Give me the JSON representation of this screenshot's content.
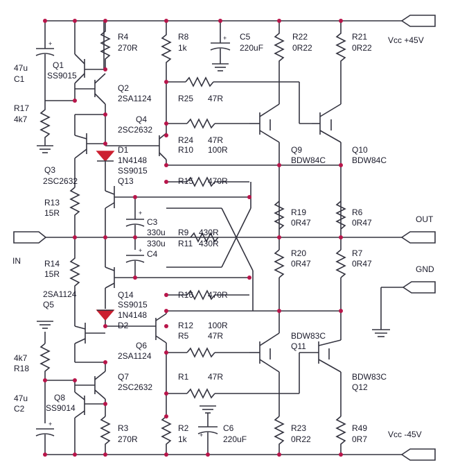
{
  "rails": {
    "vcc_pos": "Vcc +45V",
    "vcc_neg": "Vcc -45V",
    "out": "OUT",
    "gnd": "GND",
    "in": "IN"
  },
  "labels": {
    "c1_val": "47u",
    "c1_name": "C1",
    "q1_name": "Q1",
    "q1_type": "SS9015",
    "r4_name": "R4",
    "r4_val": "270R",
    "q2_name": "Q2",
    "q2_type": "2SA1124",
    "r8_name": "R8",
    "r8_val": "1k",
    "c5_name": "C5",
    "c5_val": "220uF",
    "r22_name": "R22",
    "r22_val": "0R22",
    "r21_name": "R21",
    "r21_val": "0R22",
    "r17_name": "R17",
    "r17_val": "4k7",
    "r25_name": "R25",
    "r25_val": "47R",
    "q4_name": "Q4",
    "q4_type": "2SC2632",
    "r24_name": "R24",
    "r24_val": "47R",
    "r10_name": "R10",
    "r10_val": "100R",
    "d1_name": "D1",
    "d1_type": "1N4148",
    "q13_type": "SS9015",
    "q13_name": "Q13",
    "q3_name": "Q3",
    "q3_type": "2SC2632",
    "q9_name": "Q9",
    "q9_type": "BDW84C",
    "q10_name": "Q10",
    "q10_type": "BDW84C",
    "r15_name": "R15",
    "r15_val": "470R",
    "r13_name": "R13",
    "r13_val": "15R",
    "r19_name": "R19",
    "r19_val": "0R47",
    "r6_name": "R6",
    "r6_val": "0R47",
    "c3_name": "C3",
    "c3_val": "330u",
    "r9_name": "R9",
    "r9_val": "430R",
    "c4_val": "330u",
    "c4_name": "C4",
    "r11_name": "R11",
    "r11_val": "430R",
    "r14_name": "R14",
    "r14_val": "15R",
    "r20_name": "R20",
    "r20_val": "0R47",
    "r7_name": "R7",
    "r7_val": "0R47",
    "q5_type": "2SA1124",
    "q5_name": "Q5",
    "q14_name": "Q14",
    "q14_type": "SS9015",
    "d2_type": "1N4148",
    "d2_name": "D2",
    "r16_name": "R16",
    "r16_val": "470R",
    "r12_name": "R12",
    "r12_val": "100R",
    "r5_name": "R5",
    "r5_val": "47R",
    "q11_type": "BDW83C",
    "q11_name": "Q11",
    "q6_name": "Q6",
    "q6_type": "2SA1124",
    "r18_val": "4k7",
    "r18_name": "R18",
    "q7_name": "Q7",
    "q7_type": "2SC2632",
    "r1_name": "R1",
    "r1_val": "47R",
    "q12_type": "BDW83C",
    "q12_name": "Q12",
    "c2_val": "47u",
    "c2_name": "C2",
    "q8_name": "Q8",
    "q8_type": "SS9014",
    "r3_name": "R3",
    "r3_val": "270R",
    "r2_name": "R2",
    "r2_val": "1k",
    "c6_name": "C6",
    "c6_val": "220uF",
    "r23_name": "R23",
    "r23_val": "0R22",
    "r49_name": "R49",
    "r49_val": "0R7"
  }
}
